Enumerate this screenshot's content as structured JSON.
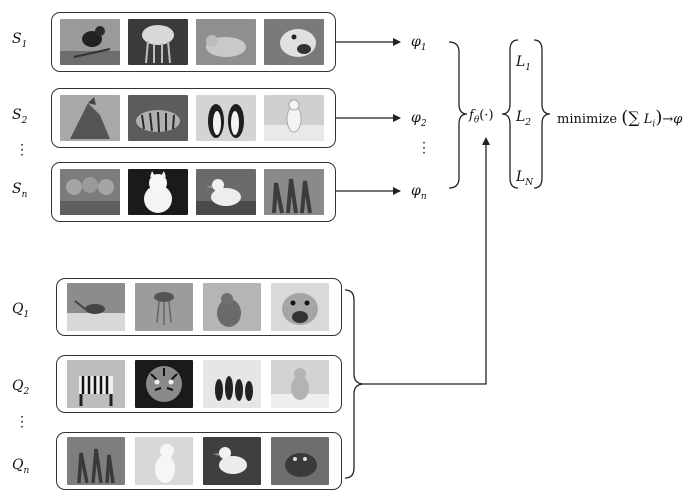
{
  "support_sets": [
    {
      "base": "S",
      "sub": "1",
      "phi_base": "φ",
      "phi_sub": "1",
      "images": [
        "bird",
        "jellyfish",
        "seal",
        "dog"
      ]
    },
    {
      "base": "S",
      "sub": "2",
      "phi_base": "φ",
      "phi_sub": "2",
      "images": [
        "horse",
        "tiger",
        "penguins",
        "polar-bear"
      ]
    },
    {
      "base": "S",
      "sub": "n",
      "phi_base": "φ",
      "phi_sub": "n",
      "images": [
        "lions",
        "cat",
        "duck",
        "meerkats"
      ]
    }
  ],
  "query_sets": [
    {
      "base": "Q",
      "sub": "1",
      "images": [
        "bird-2",
        "jellyfish-2",
        "seal-2",
        "dog-2"
      ]
    },
    {
      "base": "Q",
      "sub": "2",
      "images": [
        "zebra",
        "tiger-2",
        "penguins-2",
        "bear-2"
      ]
    },
    {
      "base": "Q",
      "sub": "n",
      "images": [
        "meerkats-2",
        "cat-2",
        "duck-2",
        "seal-3"
      ]
    }
  ],
  "ellipsis": "⋮",
  "model": {
    "f": "f",
    "theta": "θ",
    "arg": "(·)"
  },
  "losses": [
    {
      "base": "L",
      "sub": "1"
    },
    {
      "base": "L",
      "sub": "2"
    },
    {
      "base": "L",
      "sub": "N"
    }
  ],
  "objective": {
    "text": "minimize",
    "sum": "∑",
    "loss_base": "L",
    "loss_sub": "i",
    "arrow": "→",
    "result": "φ"
  },
  "colors": {
    "stroke": "#222222",
    "frame": "#333333"
  }
}
